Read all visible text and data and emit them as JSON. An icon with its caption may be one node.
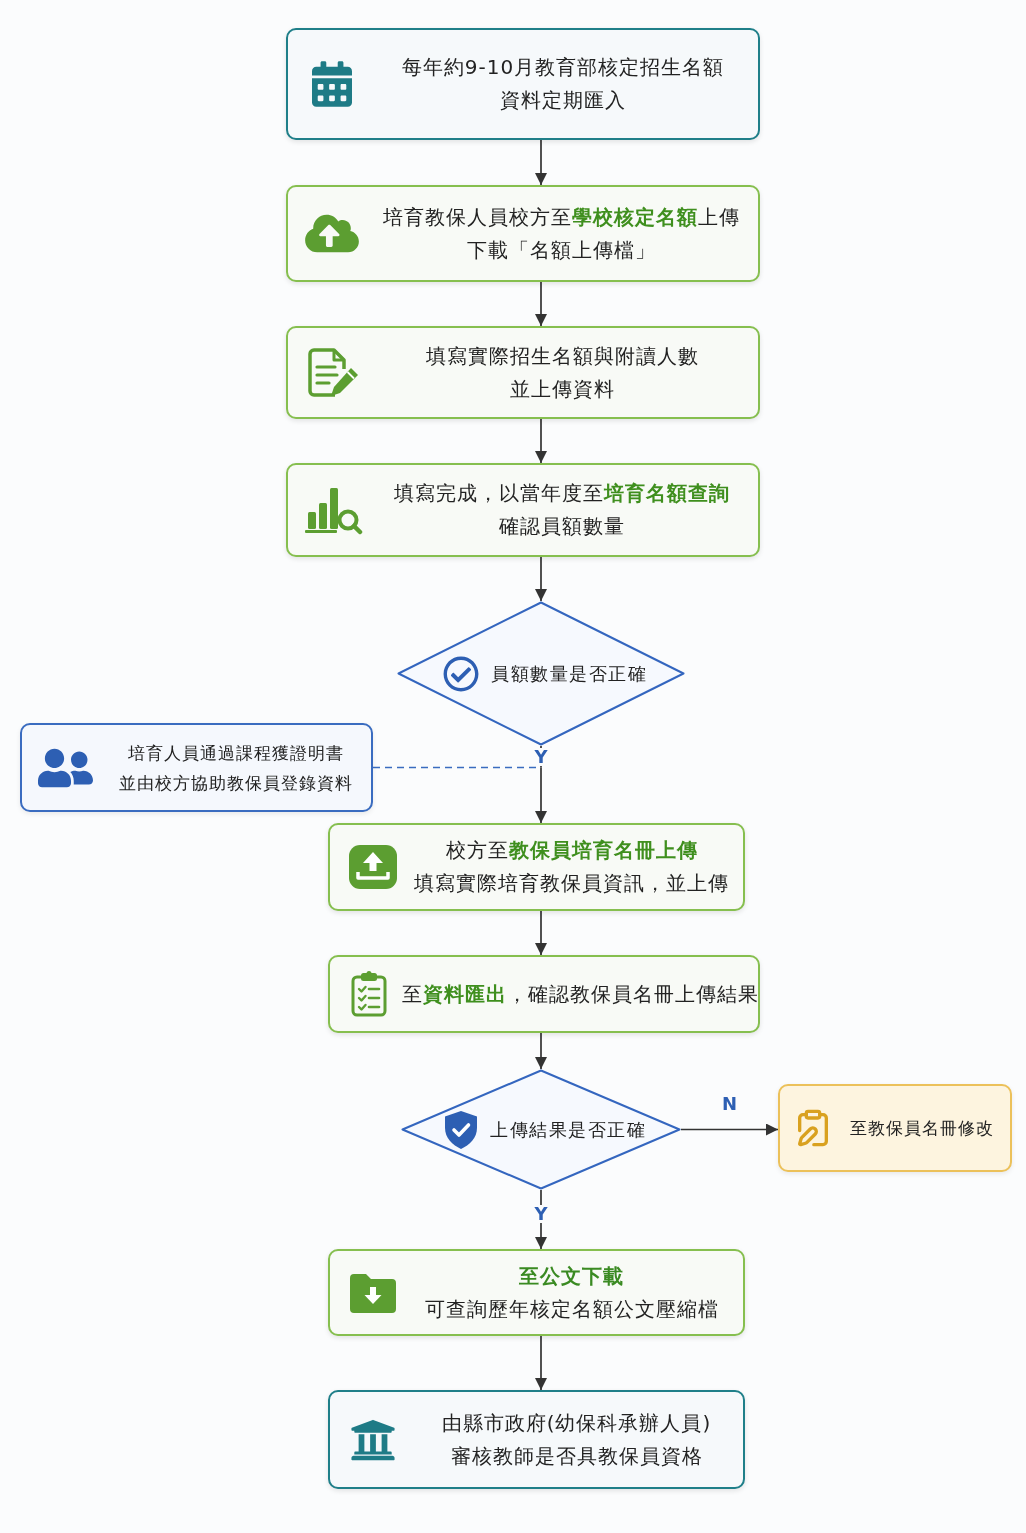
{
  "diagram": {
    "nodes": [
      {
        "text": [
          "每年約9-10月教育部核定招生名額",
          "資料定期匯入"
        ]
      },
      {
        "text": [
          "培育教保人員校方至**學校核定名額**上傳",
          "下載「名額上傳檔」"
        ]
      },
      {
        "text": [
          "填寫實際招生名額與附讀人數",
          "並上傳資料"
        ]
      },
      {
        "text": [
          "填寫完成，以當年度至**培育名額查詢**",
          "確認員額數量"
        ]
      },
      {
        "text": [
          "員額數量是否正確"
        ]
      },
      {
        "text": [
          "培育人員通過課程獲證明書",
          "並由校方協助教保員登錄資料"
        ]
      },
      {
        "text": [
          "校方至**教保員培育名冊上傳**",
          "填寫實際培育教保員資訊，並上傳"
        ]
      },
      {
        "text": [
          "至**資料匯出**，確認教保員名冊上傳結果"
        ]
      },
      {
        "text": [
          "上傳結果是否正確"
        ]
      },
      {
        "text": [
          "至教保員名冊修改"
        ]
      },
      {
        "text": [
          "至公文下載",
          "可查詢歷年核定名額公文壓縮檔"
        ]
      },
      {
        "text": [
          "由縣市政府(幼保科承辦人員)",
          "審核教師是否具教保員資格"
        ]
      }
    ],
    "edges": [
      {
        "from": 0,
        "to": 1,
        "arrow": "to"
      },
      {
        "from": 1,
        "to": 2,
        "arrow": "to"
      },
      {
        "from": 2,
        "to": 3,
        "arrow": "to"
      },
      {
        "from": 3,
        "to": 4,
        "arrow": "to"
      },
      {
        "from": 4,
        "to": 6,
        "arrow": "to",
        "label": "Y"
      },
      {
        "from": 5,
        "to": 6,
        "arrow": "to",
        "style": "dashed",
        "color": "#3a6cc0"
      },
      {
        "from": 6,
        "to": 7,
        "arrow": "to"
      },
      {
        "from": 7,
        "to": 8,
        "arrow": "to"
      },
      {
        "from": 8,
        "to": 9,
        "arrow": "to",
        "label": "N"
      },
      {
        "from": 8,
        "to": 10,
        "arrow": "to",
        "label": "Y"
      },
      {
        "from": 10,
        "to": 11,
        "arrow": "to"
      }
    ]
  }
}
